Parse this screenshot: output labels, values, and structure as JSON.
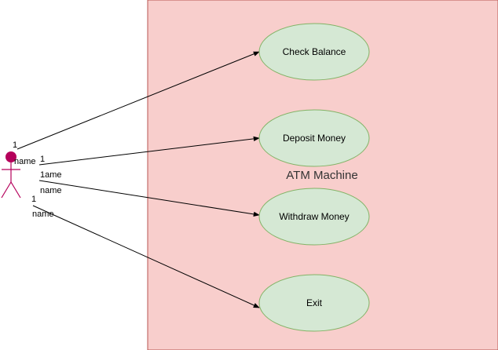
{
  "system": {
    "title": "ATM Machine"
  },
  "use_cases": [
    {
      "id": "check",
      "label": "Check Balance"
    },
    {
      "id": "deposit",
      "label": "Deposit Money"
    },
    {
      "id": "withdraw",
      "label": "Withdraw Money"
    },
    {
      "id": "exit",
      "label": "Exit"
    }
  ],
  "associations": [
    {
      "to": "check",
      "multiplicity": "1",
      "role": "name"
    },
    {
      "to": "deposit",
      "multiplicity": "1",
      "role": ""
    },
    {
      "to": "withdraw",
      "multiplicity": "1ame",
      "role": "name"
    },
    {
      "to": "exit",
      "multiplicity": "1",
      "role": "name"
    }
  ],
  "colors": {
    "system_fill": "#f8cecc",
    "system_stroke": "#b85450",
    "usecase_fill": "#d5e8d4",
    "usecase_stroke": "#82b366",
    "actor": "#b5005b"
  }
}
